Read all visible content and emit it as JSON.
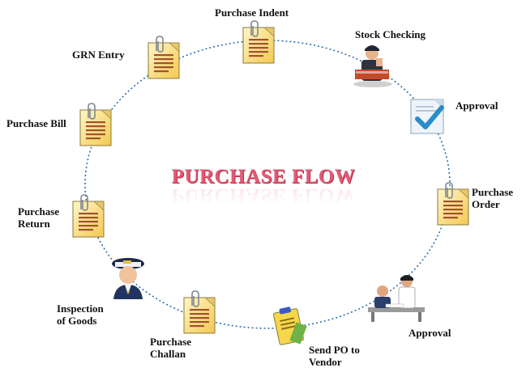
{
  "title": "PURCHASE FLOW",
  "steps": {
    "purchase_indent": "Purchase Indent",
    "stock_checking": "Stock Checking",
    "approval_1": "Approval",
    "purchase_order": "Purchase\nOrder",
    "approval_2": "Approval",
    "send_po": "Send  PO to\nVendor",
    "purchase_challan": "Purchase\nChallan",
    "inspection": "Inspection\nof Goods",
    "purchase_return": "Purchase\nReturn",
    "purchase_bill": "Purchase Bill",
    "grn_entry": "GRN Entry"
  },
  "colors": {
    "ring": "#2f6fb0",
    "title": "#e05a73",
    "doc_fill": "#fbe7a1",
    "doc_lines": "#a0522d"
  },
  "icons": {
    "document": "document-clip-icon",
    "checkmark": "checkmark-document-icon",
    "clipboard": "clipboard-icon",
    "person": "person-icon",
    "officer": "officer-icon",
    "meeting": "meeting-icon"
  }
}
